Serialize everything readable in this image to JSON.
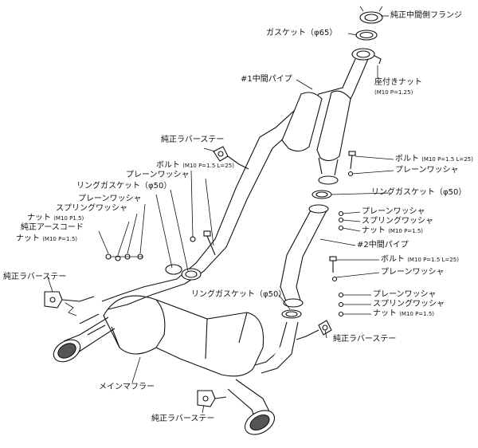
{
  "labels": {
    "flange": "純正中間側フランジ",
    "gasket65": "ガスケット（φ65）",
    "seat_nut": "座付きナット",
    "seat_nut_spec": "(M10 P=1.25)",
    "mid_pipe_1": "#1中間パイプ",
    "rubber_stay_top": "純正ラバーステー",
    "bolt_left": "ボルト",
    "bolt_left_spec": "(M10 P=1.5 L=25)",
    "plain_washer_left_1": "プレーンワッシャ",
    "ring_gasket_left": "リングガスケット（φ50）",
    "plain_washer_left_2": "プレーンワッシャ",
    "spring_washer_left": "スプリングワッシャ",
    "nut_left": "ナット",
    "nut_left_spec": "(M10 P1.5)",
    "earth_cord": "純正アースコード",
    "nut_left_2": "ナット",
    "nut_left_2_spec": "(M10 P=1.5)",
    "rubber_stay_left": "純正ラバーステー",
    "bolt_right_top": "ボルト",
    "bolt_right_top_spec": "(M10 P=1.5 L=25)",
    "plain_washer_right_top": "プレーンワッシャ",
    "ring_gasket_right": "リングガスケット（φ50）",
    "plain_washer_right_2": "プレーンワッシャ",
    "spring_washer_right": "スプリングワッシャ",
    "nut_right": "ナット",
    "nut_right_spec": "(M10 P=1.5)",
    "mid_pipe_2": "#2中間パイプ",
    "bolt_right_mid": "ボルト",
    "bolt_right_mid_spec": "(M10 P=1.5 L=25)",
    "plain_washer_right_mid": "プレーンワッシャ",
    "ring_gasket_mid": "リングガスケット（φ50）",
    "plain_washer_right_3": "プレーンワッシャ",
    "spring_washer_right_3": "スプリングワッシャ",
    "nut_right_3": "ナット",
    "nut_right_3_spec": "(M10 P=1.5)",
    "rubber_stay_right": "純正ラバーステー",
    "main_muffler": "メインマフラー",
    "rubber_stay_bottom": "純正ラバーステー"
  }
}
